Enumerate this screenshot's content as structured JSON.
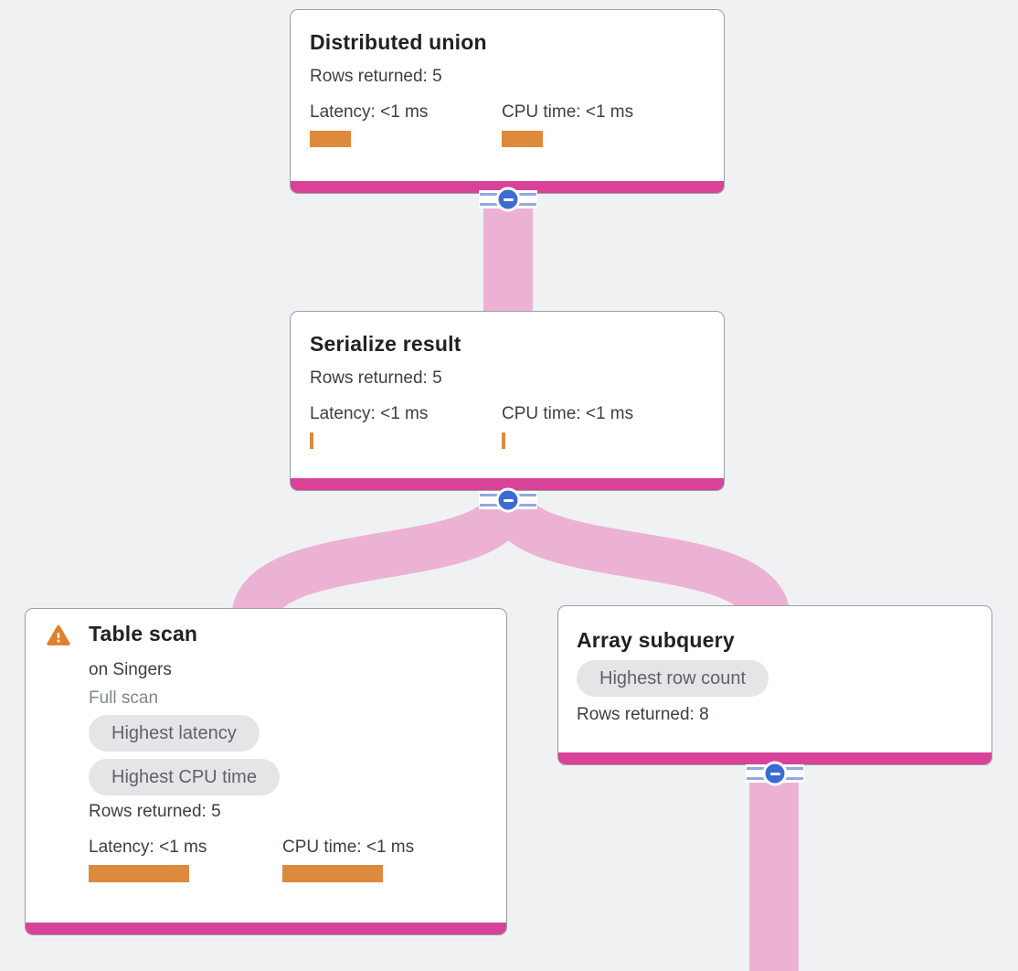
{
  "diagram": {
    "kind": "query-execution-plan-graph"
  },
  "colors": {
    "accent_magenta": "#d84299",
    "edge_pink": "#ecb2d4",
    "bar_orange": "#dd8a3d",
    "warning_orange": "#e0802b",
    "button_blue": "#3b6bd3",
    "pill_bg": "#e4e5e7"
  },
  "nodes": [
    {
      "title": "Distributed union",
      "rows_label": "Rows returned: 5",
      "rows_returned": 5,
      "latency_label": "Latency: <1 ms",
      "cpu_label": "CPU time: <1 ms",
      "latency_bar": "45px",
      "cpu_bar": "45px"
    },
    {
      "title": "Serialize result",
      "rows_label": "Rows returned: 5",
      "rows_returned": 5,
      "latency_label": "Latency: <1 ms",
      "cpu_label": "CPU time: <1 ms",
      "latency_bar": "4px",
      "cpu_bar": "4px"
    },
    {
      "title": "Table scan",
      "subtitle": "on Singers",
      "scan_type": "Full scan",
      "badges": [
        "Highest latency",
        "Highest CPU time"
      ],
      "rows_label": "Rows returned: 5",
      "rows_returned": 5,
      "latency_label": "Latency: <1 ms",
      "cpu_label": "CPU time: <1 ms",
      "latency_bar": "110px",
      "cpu_bar": "110px"
    },
    {
      "title": "Array subquery",
      "badges": [
        "Highest row count"
      ],
      "rows_label": "Rows returned: 8",
      "rows_returned": 8
    }
  ]
}
